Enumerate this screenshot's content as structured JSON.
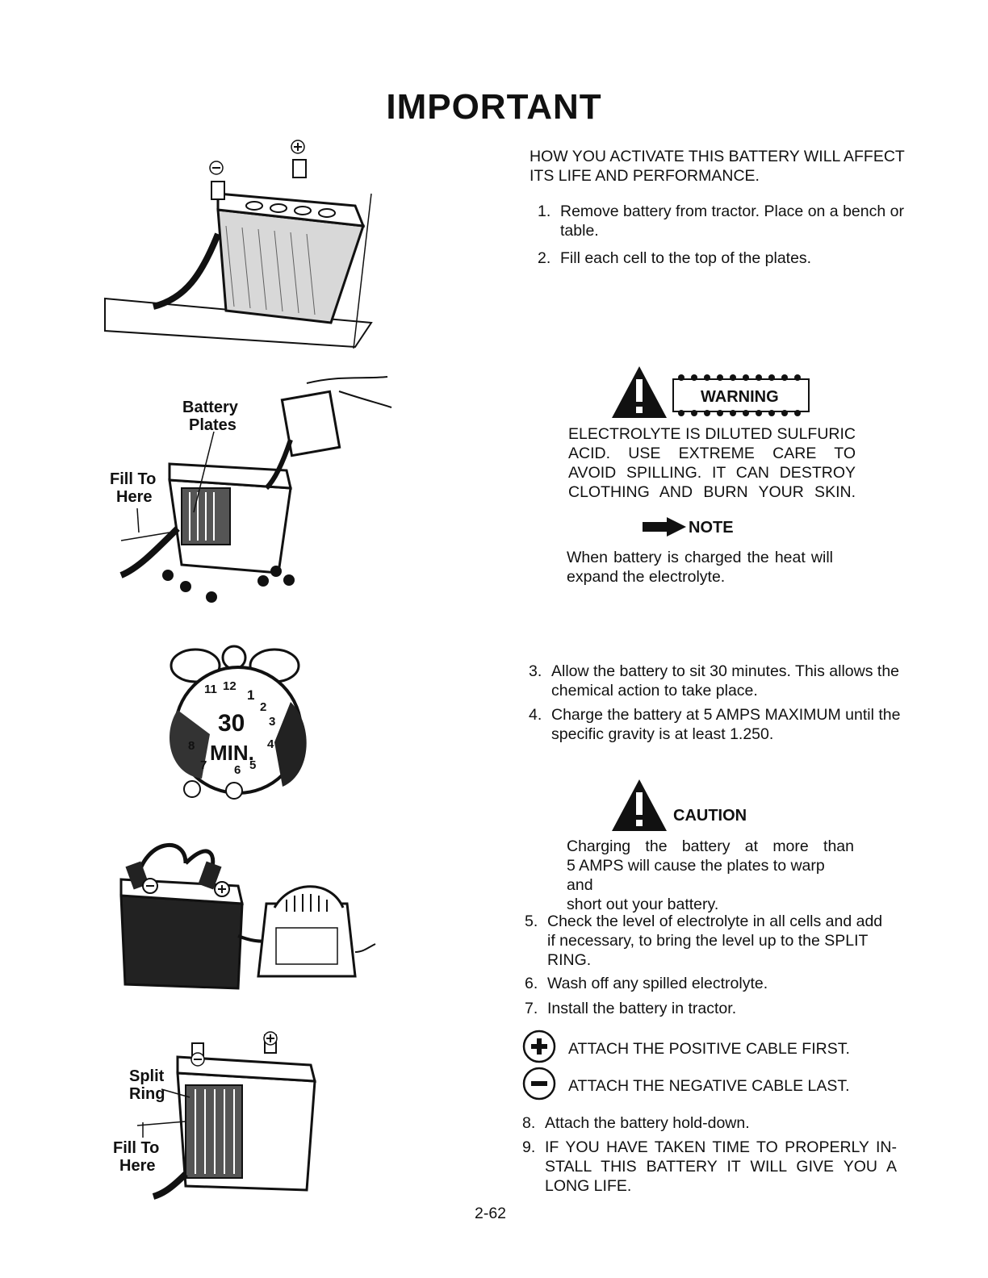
{
  "heading": "IMPORTANT",
  "intro": [
    "HOW YOU ACTIVATE THIS BATTERY WILL AFFECT",
    "ITS LIFE AND PERFORMANCE."
  ],
  "steps": [
    {
      "num": "1.",
      "lines": [
        "Remove battery from tractor. Place on a bench or",
        "table."
      ]
    },
    {
      "num": "2.",
      "lines": [
        "Fill each cell to the top of the plates."
      ]
    },
    {
      "num": "3.",
      "lines": [
        "Allow the battery to sit 30 minutes. This allows the",
        "chemical action to take place."
      ]
    },
    {
      "num": "4.",
      "lines": [
        "Charge the battery at 5 AMPS MAXIMUM until the",
        "specific gravity is at least 1.250."
      ]
    },
    {
      "num": "5.",
      "lines": [
        "Check the level of electrolyte in all cells and add",
        "if necessary, to bring the level up to the SPLIT",
        "RING."
      ]
    },
    {
      "num": "6.",
      "lines": [
        "Wash off any spilled electrolyte."
      ]
    },
    {
      "num": "7.",
      "lines": [
        "Install the battery in tractor."
      ]
    },
    {
      "num": "8.",
      "lines": [
        "Attach the battery hold-down."
      ]
    },
    {
      "num": "9.",
      "lines": [
        "IF YOU HAVE TAKEN TIME TO PROPERLY IN-",
        "STALL THIS BATTERY IT WILL GIVE YOU A",
        "LONG LIFE."
      ]
    }
  ],
  "warning": {
    "label": "WARNING",
    "lines": [
      "ELECTROLYTE IS DILUTED SULFURIC",
      "ACID. USE EXTREME CARE TO",
      "AVOID SPILLING. IT CAN DESTROY",
      "CLOTHING AND BURN YOUR SKIN."
    ]
  },
  "note": {
    "label": "NOTE",
    "lines": [
      "When battery is charged the heat will",
      "expand the electrolyte."
    ]
  },
  "caution": {
    "label": "CAUTION",
    "lines": [
      "Charging the battery at more than",
      "5 AMPS will cause the plates to warp and",
      "short out your battery."
    ]
  },
  "cable_positive": "ATTACH THE POSITIVE CABLE FIRST.",
  "cable_negative": "ATTACH THE NEGATIVE CABLE LAST.",
  "page_number": "2-62",
  "illustration_labels": {
    "battery_plates": [
      "Battery",
      "Plates"
    ],
    "fill_to_here_1": [
      "Fill To",
      "Here"
    ],
    "split_ring": [
      "Split",
      "Ring"
    ],
    "fill_to_here_2": [
      "Fill To",
      "Here"
    ],
    "timer_min": "30",
    "timer_unit": "MIN.",
    "timer_numbers": [
      "11",
      "12",
      "1",
      "2",
      "3",
      "4",
      "5",
      "6",
      "7",
      "8"
    ]
  },
  "icons": [
    "plus-icon",
    "minus-icon",
    "warning-triangle-icon",
    "note-arrow-icon",
    "caution-triangle-icon"
  ]
}
